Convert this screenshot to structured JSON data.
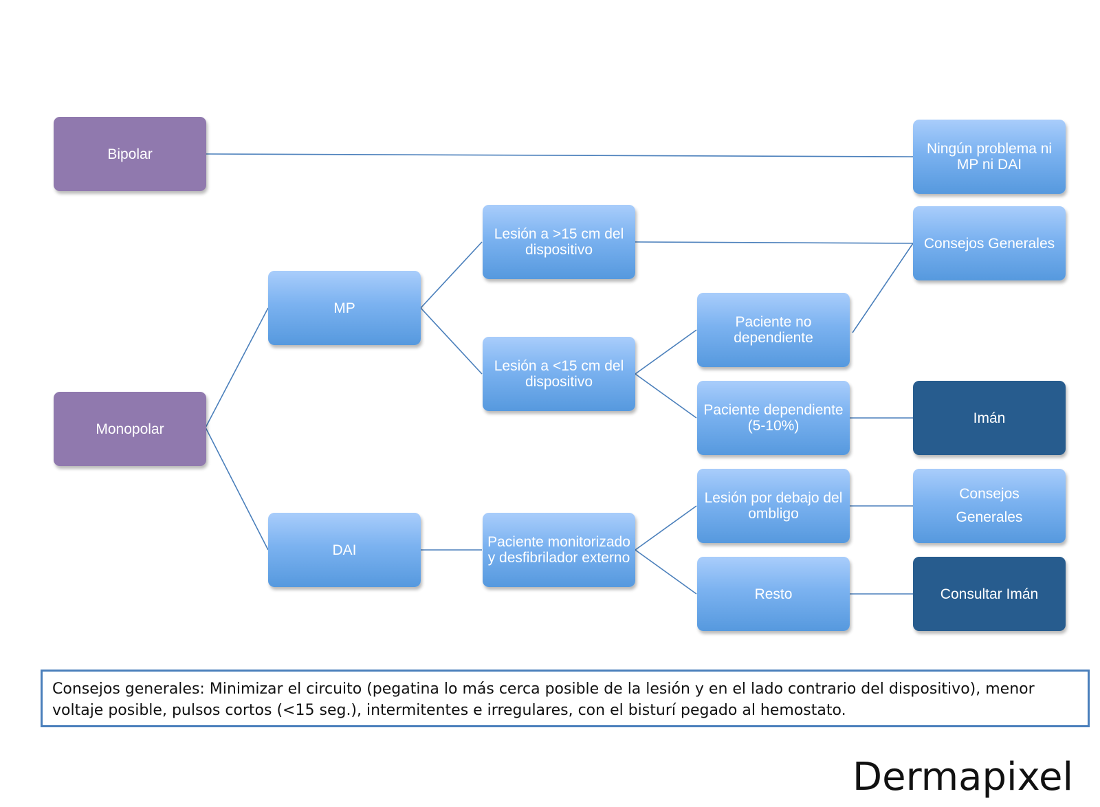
{
  "nodes": {
    "bipolar": "Bipolar",
    "monopolar": "Monopolar",
    "mp": "MP",
    "dai": "DAI",
    "lesion_far": "Lesión a >15 cm del dispositivo",
    "lesion_near": "Lesión a <15 cm del dispositivo",
    "paciente_monitorizado": "Paciente monitorizado y desfibrilador externo",
    "paciente_no_dependiente": "Paciente no dependiente",
    "paciente_dependiente": "Paciente dependiente (5-10%)",
    "lesion_ombligo": "Lesión por debajo del ombligo",
    "resto": "Resto",
    "ningun_problema": "Ningún problema ni MP ni DAI",
    "consejos_generales_1": "Consejos Generales",
    "iman": "Imán",
    "consejos_generales_2": "Consejos Generales",
    "consultar_iman": "Consultar Imán"
  },
  "colors": {
    "purple": "#9079ae",
    "blue_light": "#a9cdfb",
    "blue_dark": "#5699de",
    "navy": "#275c8e",
    "connector": "#4a7fbb"
  },
  "note": "Consejos generales: Minimizar el circuito (pegatina lo más cerca posible de la lesión y en el lado contrario del dispositivo), menor voltaje posible, pulsos cortos (<15 seg.), intermitentes e irregulares, con el bisturí pegado al hemostato.",
  "brand": "Dermapixel"
}
